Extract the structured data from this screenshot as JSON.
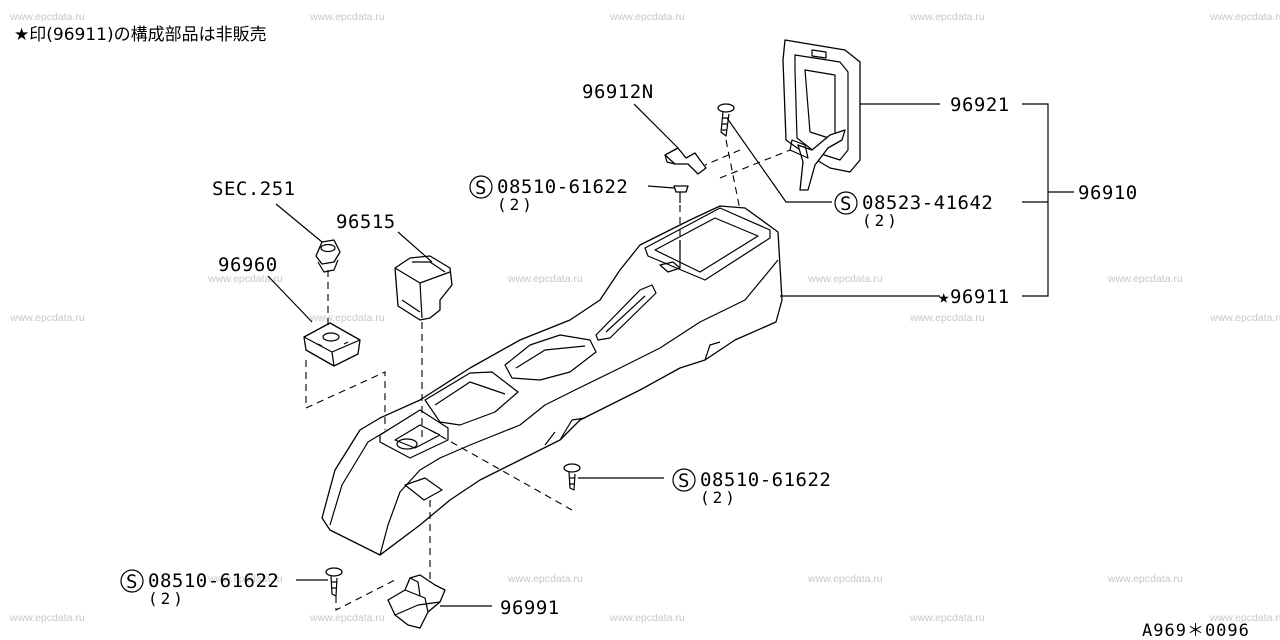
{
  "note": "★印(96911)の構成部品は非販売",
  "watermark": "www.epcdata.ru",
  "diagram_code": "A969＊0096",
  "parts": {
    "p96912N": "96912N",
    "sec251": "SEC.251",
    "p96515": "96515",
    "p96960": "96960",
    "p96921": "96921",
    "p96910": "96910",
    "p96911": "★96911",
    "p96991": "96991"
  },
  "screws": {
    "top": {
      "symbol": "S",
      "number": "08510-61622",
      "qty": "(2)"
    },
    "right": {
      "symbol": "S",
      "number": "08523-41642",
      "qty": "(2)"
    },
    "middle": {
      "symbol": "S",
      "number": "08510-61622",
      "qty": "(2)"
    },
    "bottom": {
      "symbol": "S",
      "number": "08510-61622",
      "qty": "(2)"
    }
  }
}
